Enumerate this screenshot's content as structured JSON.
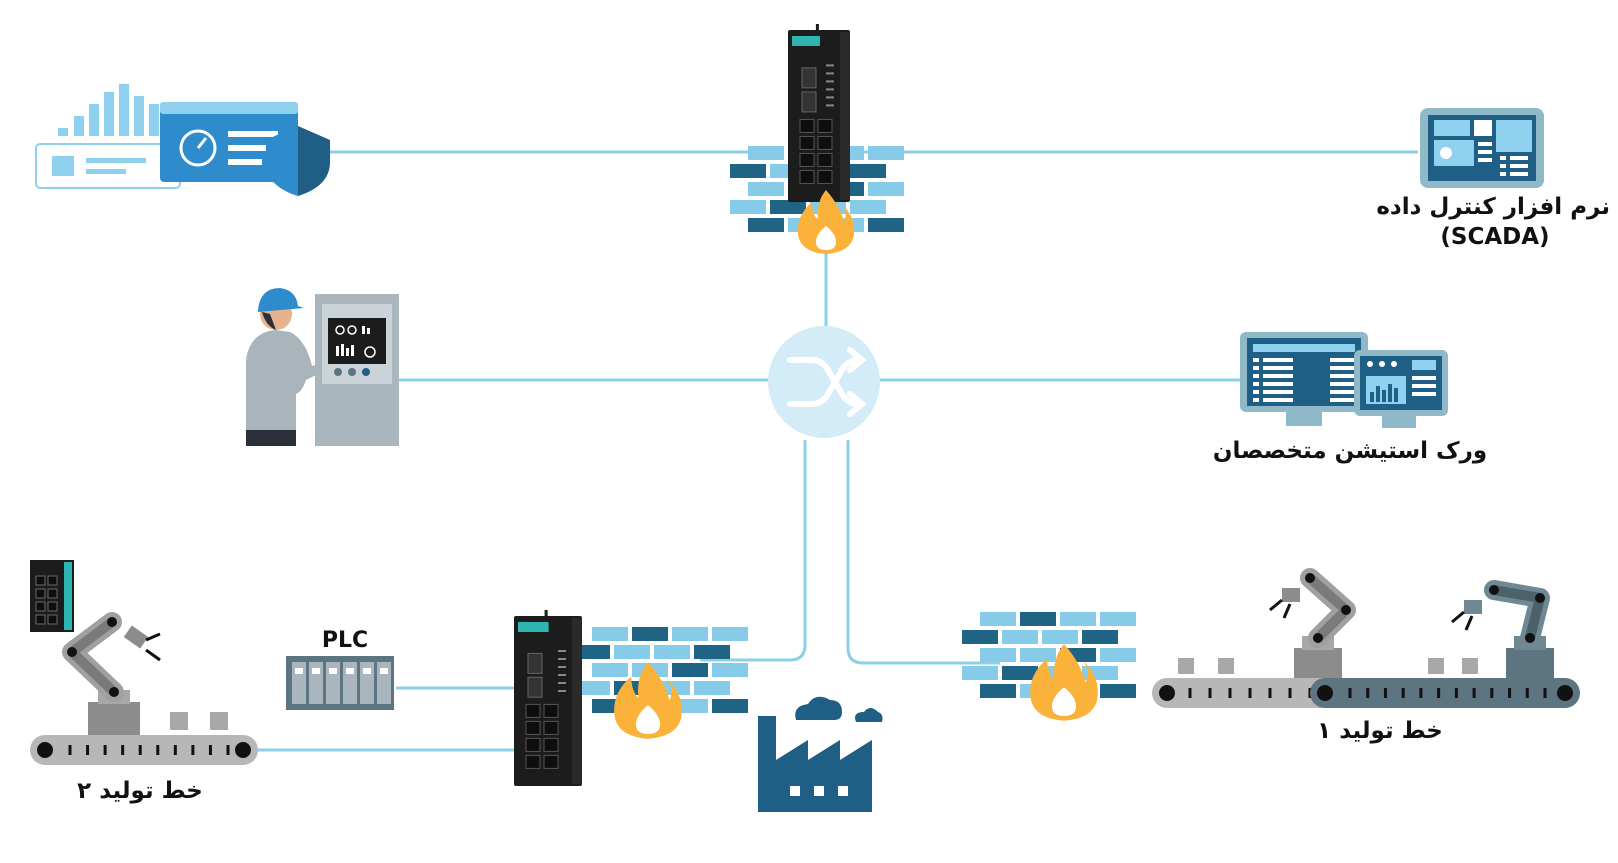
{
  "colors": {
    "link": "#8ecfe8",
    "dark_blue": "#1f5f85",
    "mid_blue": "#2f8ccc",
    "light_blue": "#8fd0ee",
    "brick_light": "#86cce8",
    "brick_dark": "#1f6485",
    "fire": "#fbb23a",
    "device_black": "#1c1c1c",
    "device_teal": "#2fb6b0",
    "gray": "#b7b7b7",
    "dark_gray": "#5d7580",
    "switch_bg": "#d3ecf7"
  },
  "labels": {
    "scada_line1": "نرم افزار کنترل داده",
    "scada_line2": "(SCADA)",
    "workstation": "ورک استیشن متخصصان",
    "line1": "خط تولید ۱",
    "line2": "خط تولید ۲",
    "plc": "PLC"
  },
  "icons": {
    "security_dashboard": "security-dashboard-icon",
    "gateway_device": "industrial-firewall-router-icon",
    "firewall": "firewall-icon",
    "switch": "network-switch-icon",
    "operator": "operator-hmi-icon",
    "scada": "scada-monitor-icon",
    "workstation": "engineering-workstation-icon",
    "factory": "factory-icon",
    "robot": "robot-arm-icon",
    "plc": "plc-rack-icon"
  }
}
